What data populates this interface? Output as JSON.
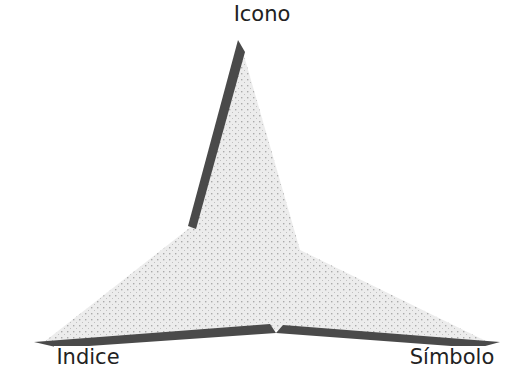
{
  "diagram": {
    "labels": [
      "Icono",
      "Indice",
      "Símbolo"
    ]
  }
}
